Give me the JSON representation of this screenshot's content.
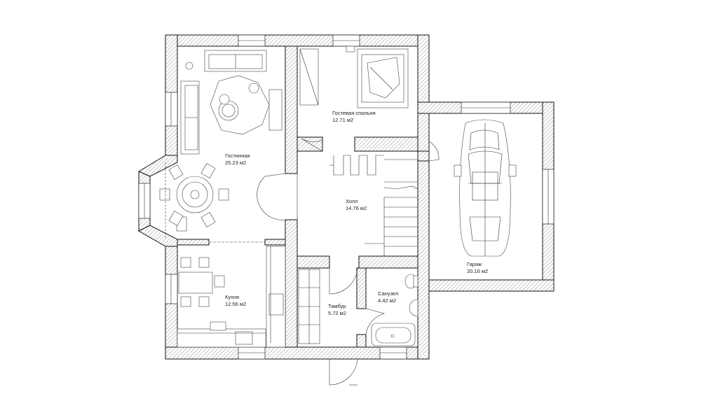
{
  "rooms": {
    "living": {
      "name": "Гостинная",
      "area": "25.23 м2"
    },
    "guest": {
      "name": "Гостевая спальня",
      "area": "12.71 м2"
    },
    "hall": {
      "name": "Холл",
      "area": "14.76 м2"
    },
    "garage": {
      "name": "Гараж",
      "area": "20.16 м2"
    },
    "kitchen": {
      "name": "Кухня",
      "area": "12.56 м2"
    },
    "vestibule": {
      "name": "Тамбур",
      "area": "5.72 м2"
    },
    "bathroom": {
      "name": "Санузел",
      "area": "4.42 м2"
    }
  }
}
